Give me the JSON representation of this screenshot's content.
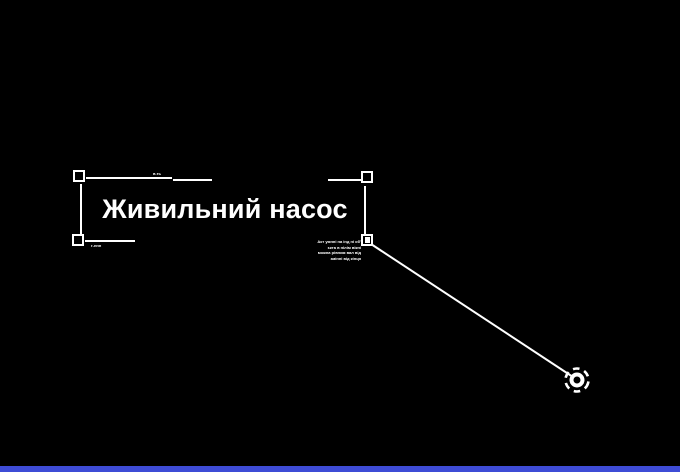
{
  "app": {
    "background_color": "#000000",
    "foreground_color": "#ffffff",
    "accent_blue": "#3e4cd6"
  },
  "label_object": {
    "text": "Живильний насос",
    "text_color": "#ffffff",
    "selection": {
      "handle_color": "#ffffff",
      "top_tick_label": "в.ть",
      "bottom_tick_label": "г-ннн",
      "annotation_lines": [
        "Акт умнні на інд ні об'",
        "єкта в нілім вікні",
        "можна рівним вал від",
        "змінні від кінця"
      ]
    }
  },
  "target_symbol": {
    "icon": "pump-target-icon",
    "style": "ring with dashed outer circle",
    "color": "#ffffff"
  },
  "progress_bar": {
    "color": "#3e4cd6"
  }
}
